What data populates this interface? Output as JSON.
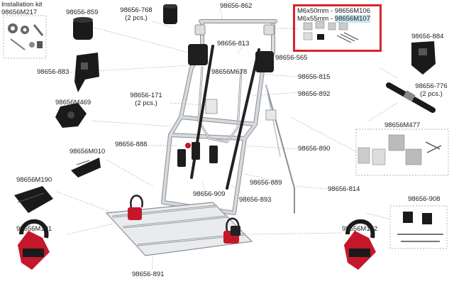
{
  "title": {
    "line1": "Installation kit",
    "line2": "98656M217"
  },
  "parts": {
    "p859": "98656-859",
    "p768a": "98656-768",
    "p768b": "(2 pcs.)",
    "p862": "98656-862",
    "p813": "98656-813",
    "p565": "98656-565",
    "pM678": "98656M678",
    "p815": "98656-815",
    "p892": "98656-892",
    "p883": "98656-883",
    "p171a": "98656-171",
    "p171b": "(2 pcs.)",
    "pM469": "98656M469",
    "p884": "98656-884",
    "p776a": "98656-776",
    "p776b": "(2 pcs.)",
    "pM477": "98656M477",
    "p888": "98656-888",
    "pM010": "98656M010",
    "p890": "98656-890",
    "p889": "98656-889",
    "p909": "98656-909",
    "p893": "98656-893",
    "p814": "98656-814",
    "pM190": "98656M190",
    "pM191": "98656M191",
    "pM192": "98656M192",
    "p908": "98656-908",
    "p891": "98656-891"
  },
  "highlight": {
    "row1_size": "M6x50mm -",
    "row1_code": "98656M106",
    "row2_size": "M6x55mm -",
    "row2_code": "98656M107"
  },
  "colors": {
    "frame": "#c9cdd2",
    "frame_edge": "#8b9096",
    "strap": "#222222",
    "red": "#c4172c",
    "highlight_border": "#d9232d",
    "highlight_fill": "#c7e4f2",
    "leader": "#9a9a9a"
  }
}
